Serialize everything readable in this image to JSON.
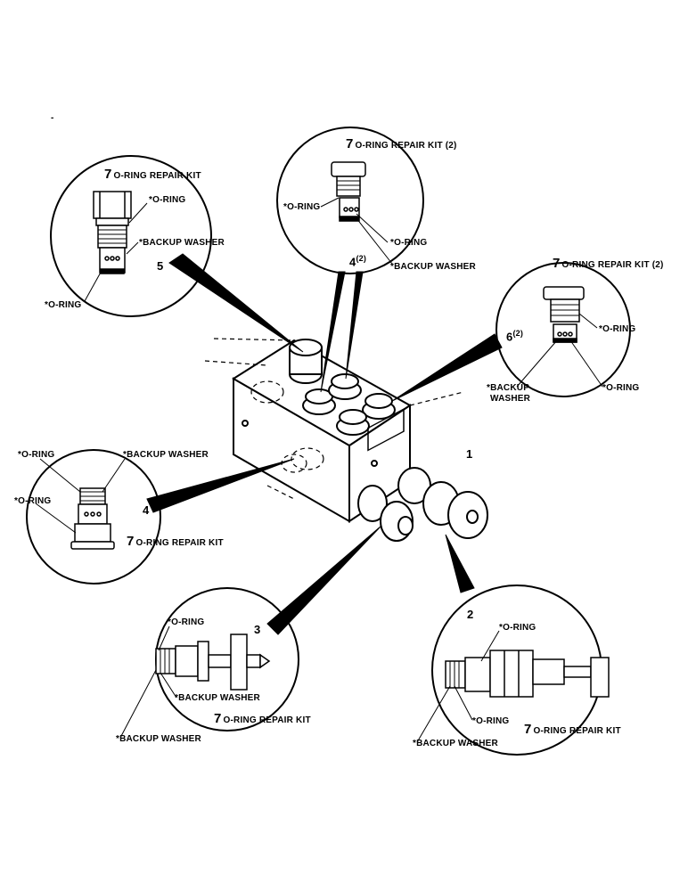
{
  "page_mark": "-",
  "callouts": {
    "c1": "1",
    "c2": "2",
    "c3": "3",
    "c4": "4",
    "c5": "5",
    "c4_2": "4",
    "c6_2": "6",
    "times2": "(2)"
  },
  "kits": {
    "kit_num": "7",
    "kit_label": "O-RING REPAIR KIT",
    "kit_label_x2": "O-RING REPAIR KIT (2)"
  },
  "parts": {
    "o_ring": "*O-RING",
    "backup_washer": "*BACKUP WASHER",
    "backup": "*BACKUP",
    "washer": "WASHER"
  },
  "colors": {
    "ink": "#000000",
    "paper": "#ffffff"
  }
}
